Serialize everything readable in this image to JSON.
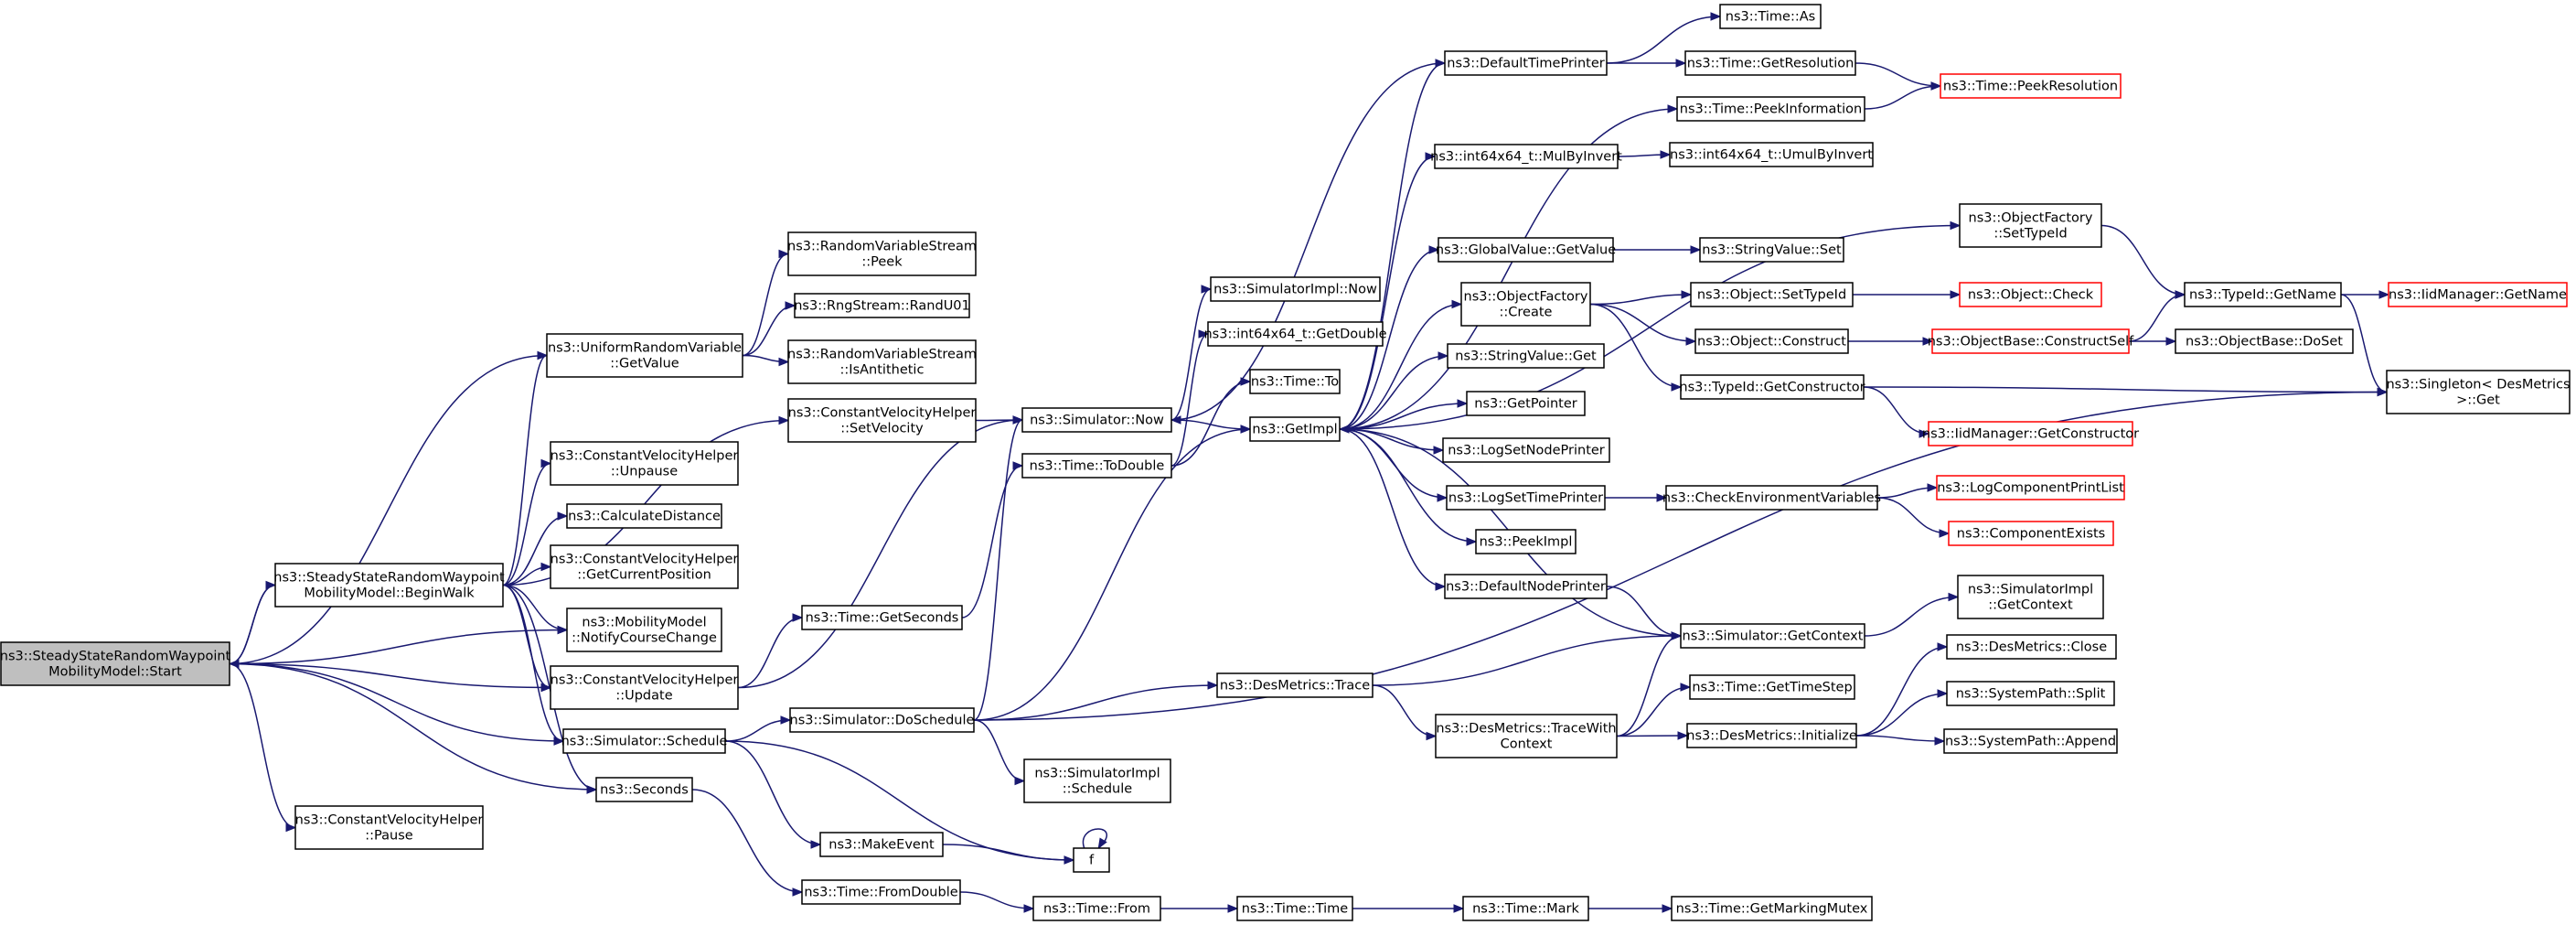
{
  "graph": {
    "nodes": [
      {
        "id": "start",
        "lines": [
          "ns3::SteadyStateRandomWaypoint",
          "MobilityModel::Start"
        ],
        "style": "root"
      },
      {
        "id": "beginwalk",
        "lines": [
          "ns3::SteadyStateRandomWaypoint",
          "MobilityModel::BeginWalk"
        ],
        "style": "normal"
      },
      {
        "id": "cvh_pause",
        "lines": [
          "ns3::ConstantVelocityHelper",
          "::Pause"
        ],
        "style": "normal"
      },
      {
        "id": "urv_getvalue",
        "lines": [
          "ns3::UniformRandomVariable",
          "::GetValue"
        ],
        "style": "normal"
      },
      {
        "id": "cvh_unpause",
        "lines": [
          "ns3::ConstantVelocityHelper",
          "::Unpause"
        ],
        "style": "normal"
      },
      {
        "id": "calcdist",
        "lines": [
          "ns3::CalculateDistance"
        ],
        "style": "normal"
      },
      {
        "id": "cvh_getpos",
        "lines": [
          "ns3::ConstantVelocityHelper",
          "::GetCurrentPosition"
        ],
        "style": "normal"
      },
      {
        "id": "mm_notify",
        "lines": [
          "ns3::MobilityModel",
          "::NotifyCourseChange"
        ],
        "style": "normal"
      },
      {
        "id": "cvh_update",
        "lines": [
          "ns3::ConstantVelocityHelper",
          "::Update"
        ],
        "style": "normal"
      },
      {
        "id": "sim_schedule",
        "lines": [
          "ns3::Simulator::Schedule"
        ],
        "style": "normal"
      },
      {
        "id": "seconds",
        "lines": [
          "ns3::Seconds"
        ],
        "style": "normal"
      },
      {
        "id": "rvs_peek",
        "lines": [
          "ns3::RandomVariableStream",
          "::Peek"
        ],
        "style": "normal"
      },
      {
        "id": "rng_randu01",
        "lines": [
          "ns3::RngStream::RandU01"
        ],
        "style": "normal"
      },
      {
        "id": "rvs_isanti",
        "lines": [
          "ns3::RandomVariableStream",
          "::IsAntithetic"
        ],
        "style": "normal"
      },
      {
        "id": "cvh_setvel",
        "lines": [
          "ns3::ConstantVelocityHelper",
          "::SetVelocity"
        ],
        "style": "normal"
      },
      {
        "id": "time_getseconds",
        "lines": [
          "ns3::Time::GetSeconds"
        ],
        "style": "normal"
      },
      {
        "id": "sim_doschedule",
        "lines": [
          "ns3::Simulator::DoSchedule"
        ],
        "style": "normal"
      },
      {
        "id": "makeevent",
        "lines": [
          "ns3::MakeEvent"
        ],
        "style": "normal"
      },
      {
        "id": "time_fromdouble",
        "lines": [
          "ns3::Time::FromDouble"
        ],
        "style": "normal"
      },
      {
        "id": "sim_now",
        "lines": [
          "ns3::Simulator::Now"
        ],
        "style": "normal"
      },
      {
        "id": "time_todouble",
        "lines": [
          "ns3::Time::ToDouble"
        ],
        "style": "normal"
      },
      {
        "id": "simimpl_schedule",
        "lines": [
          "ns3::SimulatorImpl",
          "::Schedule"
        ],
        "style": "normal"
      },
      {
        "id": "f",
        "lines": [
          "f"
        ],
        "style": "normal"
      },
      {
        "id": "time_from",
        "lines": [
          "ns3::Time::From"
        ],
        "style": "normal"
      },
      {
        "id": "simimpl_now",
        "lines": [
          "ns3::SimulatorImpl::Now"
        ],
        "style": "normal"
      },
      {
        "id": "i64_getdouble",
        "lines": [
          "ns3::int64x64_t::GetDouble"
        ],
        "style": "normal"
      },
      {
        "id": "time_to",
        "lines": [
          "ns3::Time::To"
        ],
        "style": "normal"
      },
      {
        "id": "getimpl",
        "lines": [
          "ns3::GetImpl"
        ],
        "style": "normal"
      },
      {
        "id": "desm_trace",
        "lines": [
          "ns3::DesMetrics::Trace"
        ],
        "style": "normal"
      },
      {
        "id": "time_time",
        "lines": [
          "ns3::Time::Time"
        ],
        "style": "normal"
      },
      {
        "id": "defaulttimeprinter",
        "lines": [
          "ns3::DefaultTimePrinter"
        ],
        "style": "normal"
      },
      {
        "id": "i64_mulbyinvert",
        "lines": [
          "ns3::int64x64_t::MulByInvert"
        ],
        "style": "normal"
      },
      {
        "id": "gv_getvalue",
        "lines": [
          "ns3::GlobalValue::GetValue"
        ],
        "style": "normal"
      },
      {
        "id": "of_create",
        "lines": [
          "ns3::ObjectFactory",
          "::Create"
        ],
        "style": "normal"
      },
      {
        "id": "strval_get",
        "lines": [
          "ns3::StringValue::Get"
        ],
        "style": "normal"
      },
      {
        "id": "getpointer",
        "lines": [
          "ns3::GetPointer"
        ],
        "style": "normal"
      },
      {
        "id": "logsetnodeprinter",
        "lines": [
          "ns3::LogSetNodePrinter"
        ],
        "style": "normal"
      },
      {
        "id": "logsettimeprinter",
        "lines": [
          "ns3::LogSetTimePrinter"
        ],
        "style": "normal"
      },
      {
        "id": "peekimpl",
        "lines": [
          "ns3::PeekImpl"
        ],
        "style": "normal"
      },
      {
        "id": "defaultnodeprinter",
        "lines": [
          "ns3::DefaultNodePrinter"
        ],
        "style": "normal"
      },
      {
        "id": "desm_tracewithcontext",
        "lines": [
          "ns3::DesMetrics::TraceWith",
          "Context"
        ],
        "style": "normal"
      },
      {
        "id": "time_mark",
        "lines": [
          "ns3::Time::Mark"
        ],
        "style": "normal"
      },
      {
        "id": "time_as",
        "lines": [
          "ns3::Time::As"
        ],
        "style": "normal"
      },
      {
        "id": "time_getresolution",
        "lines": [
          "ns3::Time::GetResolution"
        ],
        "style": "normal"
      },
      {
        "id": "time_peekinfo",
        "lines": [
          "ns3::Time::PeekInformation"
        ],
        "style": "normal"
      },
      {
        "id": "i64_umulbyinvert",
        "lines": [
          "ns3::int64x64_t::UmulByInvert"
        ],
        "style": "normal"
      },
      {
        "id": "strval_set",
        "lines": [
          "ns3::StringValue::Set"
        ],
        "style": "normal"
      },
      {
        "id": "obj_settypeid",
        "lines": [
          "ns3::Object::SetTypeId"
        ],
        "style": "normal"
      },
      {
        "id": "obj_construct",
        "lines": [
          "ns3::Object::Construct"
        ],
        "style": "normal"
      },
      {
        "id": "typeid_getconstructor",
        "lines": [
          "ns3::TypeId::GetConstructor"
        ],
        "style": "normal"
      },
      {
        "id": "checkenvvars",
        "lines": [
          "ns3::CheckEnvironmentVariables"
        ],
        "style": "normal"
      },
      {
        "id": "sim_getcontext",
        "lines": [
          "ns3::Simulator::GetContext"
        ],
        "style": "normal"
      },
      {
        "id": "time_gettimestep",
        "lines": [
          "ns3::Time::GetTimeStep"
        ],
        "style": "normal"
      },
      {
        "id": "desm_initialize",
        "lines": [
          "ns3::DesMetrics::Initialize"
        ],
        "style": "normal"
      },
      {
        "id": "time_getmarkingmutex",
        "lines": [
          "ns3::Time::GetMarkingMutex"
        ],
        "style": "normal"
      },
      {
        "id": "time_peekresolution",
        "lines": [
          "ns3::Time::PeekResolution"
        ],
        "style": "red"
      },
      {
        "id": "of_settypeid",
        "lines": [
          "ns3::ObjectFactory",
          "::SetTypeId"
        ],
        "style": "normal"
      },
      {
        "id": "obj_check",
        "lines": [
          "ns3::Object::Check"
        ],
        "style": "red"
      },
      {
        "id": "objbase_constructself",
        "lines": [
          "ns3::ObjectBase::ConstructSelf"
        ],
        "style": "red"
      },
      {
        "id": "iidmgr_getconstructor",
        "lines": [
          "ns3::IidManager::GetConstructor"
        ],
        "style": "red"
      },
      {
        "id": "logcomponentprintlist",
        "lines": [
          "ns3::LogComponentPrintList"
        ],
        "style": "red"
      },
      {
        "id": "componentexists",
        "lines": [
          "ns3::ComponentExists"
        ],
        "style": "red"
      },
      {
        "id": "simimpl_getcontext",
        "lines": [
          "ns3::SimulatorImpl",
          "::GetContext"
        ],
        "style": "normal"
      },
      {
        "id": "desm_close",
        "lines": [
          "ns3::DesMetrics::Close"
        ],
        "style": "normal"
      },
      {
        "id": "syspath_split",
        "lines": [
          "ns3::SystemPath::Split"
        ],
        "style": "normal"
      },
      {
        "id": "syspath_append",
        "lines": [
          "ns3::SystemPath::Append"
        ],
        "style": "normal"
      },
      {
        "id": "typeid_getname",
        "lines": [
          "ns3::TypeId::GetName"
        ],
        "style": "normal"
      },
      {
        "id": "objbase_doset",
        "lines": [
          "ns3::ObjectBase::DoSet"
        ],
        "style": "normal"
      },
      {
        "id": "iidmgr_getname",
        "lines": [
          "ns3::IidManager::GetName"
        ],
        "style": "red"
      },
      {
        "id": "singleton_get",
        "lines": [
          "ns3::Singleton< DesMetrics",
          ">::Get"
        ],
        "style": "normal"
      }
    ],
    "edges": [
      [
        "start",
        "beginwalk"
      ],
      [
        "start",
        "cvh_pause"
      ],
      [
        "start",
        "urv_getvalue"
      ],
      [
        "start",
        "mm_notify"
      ],
      [
        "start",
        "cvh_update"
      ],
      [
        "start",
        "sim_schedule"
      ],
      [
        "start",
        "seconds"
      ],
      [
        "beginwalk",
        "start"
      ],
      [
        "beginwalk",
        "urv_getvalue"
      ],
      [
        "beginwalk",
        "cvh_unpause"
      ],
      [
        "beginwalk",
        "calcdist"
      ],
      [
        "beginwalk",
        "cvh_getpos"
      ],
      [
        "beginwalk",
        "mm_notify"
      ],
      [
        "beginwalk",
        "cvh_update"
      ],
      [
        "beginwalk",
        "sim_schedule"
      ],
      [
        "beginwalk",
        "seconds"
      ],
      [
        "beginwalk",
        "cvh_setvel"
      ],
      [
        "urv_getvalue",
        "rvs_peek"
      ],
      [
        "urv_getvalue",
        "rng_randu01"
      ],
      [
        "urv_getvalue",
        "rvs_isanti"
      ],
      [
        "cvh_update",
        "sim_now"
      ],
      [
        "cvh_update",
        "time_getseconds"
      ],
      [
        "sim_schedule",
        "sim_doschedule"
      ],
      [
        "sim_schedule",
        "makeevent"
      ],
      [
        "sim_schedule",
        "f"
      ],
      [
        "seconds",
        "time_fromdouble"
      ],
      [
        "cvh_setvel",
        "sim_now"
      ],
      [
        "time_getseconds",
        "time_todouble"
      ],
      [
        "sim_doschedule",
        "sim_now"
      ],
      [
        "sim_doschedule",
        "getimpl"
      ],
      [
        "sim_doschedule",
        "desm_trace"
      ],
      [
        "sim_doschedule",
        "simimpl_schedule"
      ],
      [
        "sim_doschedule",
        "singleton_get"
      ],
      [
        "makeevent",
        "f"
      ],
      [
        "f",
        "f"
      ],
      [
        "time_fromdouble",
        "time_from"
      ],
      [
        "sim_now",
        "getimpl"
      ],
      [
        "sim_now",
        "simimpl_now"
      ],
      [
        "time_todouble",
        "i64_getdouble"
      ],
      [
        "time_todouble",
        "time_to"
      ],
      [
        "time_from",
        "time_time"
      ],
      [
        "time_time",
        "time_mark"
      ],
      [
        "time_mark",
        "time_getmarkingmutex"
      ],
      [
        "getimpl",
        "defaulttimeprinter"
      ],
      [
        "getimpl",
        "time_peekinfo"
      ],
      [
        "getimpl",
        "i64_mulbyinvert"
      ],
      [
        "getimpl",
        "of_settypeid"
      ],
      [
        "getimpl",
        "gv_getvalue"
      ],
      [
        "getimpl",
        "of_create"
      ],
      [
        "getimpl",
        "strval_get"
      ],
      [
        "getimpl",
        "getpointer"
      ],
      [
        "getimpl",
        "logsetnodeprinter"
      ],
      [
        "getimpl",
        "logsettimeprinter"
      ],
      [
        "getimpl",
        "peekimpl"
      ],
      [
        "getimpl",
        "defaultnodeprinter"
      ],
      [
        "defaulttimeprinter",
        "time_as"
      ],
      [
        "defaulttimeprinter",
        "time_getresolution"
      ],
      [
        "defaulttimeprinter",
        "sim_now"
      ],
      [
        "time_getresolution",
        "time_peekresolution"
      ],
      [
        "time_peekinfo",
        "time_peekresolution"
      ],
      [
        "i64_mulbyinvert",
        "i64_umulbyinvert"
      ],
      [
        "gv_getvalue",
        "strval_set"
      ],
      [
        "of_create",
        "obj_settypeid"
      ],
      [
        "of_create",
        "obj_construct"
      ],
      [
        "of_create",
        "typeid_getconstructor"
      ],
      [
        "obj_settypeid",
        "obj_check"
      ],
      [
        "obj_construct",
        "objbase_constructself"
      ],
      [
        "objbase_constructself",
        "typeid_getname"
      ],
      [
        "objbase_constructself",
        "objbase_doset"
      ],
      [
        "typeid_getconstructor",
        "iidmgr_getconstructor"
      ],
      [
        "typeid_getconstructor",
        "singleton_get"
      ],
      [
        "of_settypeid",
        "typeid_getname"
      ],
      [
        "typeid_getname",
        "iidmgr_getname"
      ],
      [
        "typeid_getname",
        "singleton_get"
      ],
      [
        "logsettimeprinter",
        "checkenvvars"
      ],
      [
        "checkenvvars",
        "logcomponentprintlist"
      ],
      [
        "checkenvvars",
        "componentexists"
      ],
      [
        "defaultnodeprinter",
        "sim_getcontext"
      ],
      [
        "desm_trace",
        "sim_getcontext"
      ],
      [
        "desm_trace",
        "desm_tracewithcontext"
      ],
      [
        "desm_tracewithcontext",
        "sim_getcontext"
      ],
      [
        "desm_tracewithcontext",
        "time_gettimestep"
      ],
      [
        "desm_tracewithcontext",
        "desm_initialize"
      ],
      [
        "sim_getcontext",
        "getimpl"
      ],
      [
        "sim_getcontext",
        "simimpl_getcontext"
      ],
      [
        "desm_initialize",
        "desm_close"
      ],
      [
        "desm_initialize",
        "syspath_split"
      ],
      [
        "desm_initialize",
        "syspath_append"
      ]
    ]
  },
  "colors": {
    "edge": "#191970",
    "root_fill": "#bfbfbf",
    "missing_border": "#ff0000"
  }
}
